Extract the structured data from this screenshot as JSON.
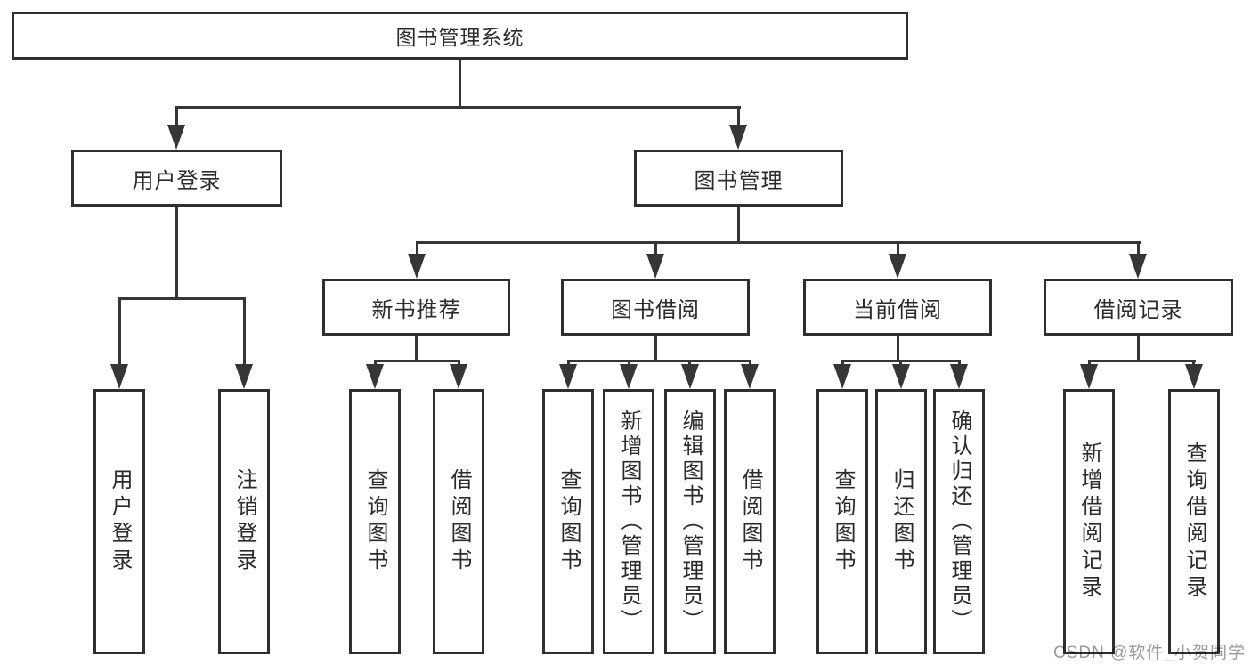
{
  "colors": {
    "line": "#363636",
    "box_border": "#2f2f2f",
    "box_fill": "#ffffff",
    "text": "#2b2b2b",
    "watermark": "#9c9c9c",
    "background": "#ffffff"
  },
  "tree": {
    "root": {
      "label": "图书管理系统"
    },
    "level2": [
      {
        "label": "用户登录"
      },
      {
        "label": "图书管理"
      }
    ],
    "level3": [
      {
        "label": "新书推荐"
      },
      {
        "label": "图书借阅"
      },
      {
        "label": "当前借阅"
      },
      {
        "label": "借阅记录"
      }
    ],
    "leaves": {
      "user_login": [
        {
          "label": "用户登录"
        },
        {
          "label": "注销登录"
        }
      ],
      "new_book_rec": [
        {
          "label": "查询图书"
        },
        {
          "label": "借阅图书"
        }
      ],
      "book_borrow": [
        {
          "label": "查询图书"
        },
        {
          "label": "新增图书（管理员）"
        },
        {
          "label": "编辑图书（管理员）"
        },
        {
          "label": "借阅图书"
        }
      ],
      "current_borrow": [
        {
          "label": "查询图书"
        },
        {
          "label": "归还图书"
        },
        {
          "label": "确认归还（管理员）"
        }
      ],
      "borrow_records": [
        {
          "label": "新增借阅记录"
        },
        {
          "label": "查询借阅记录"
        }
      ]
    }
  },
  "watermark": {
    "text": "CSDN @软件_小贺同学"
  }
}
